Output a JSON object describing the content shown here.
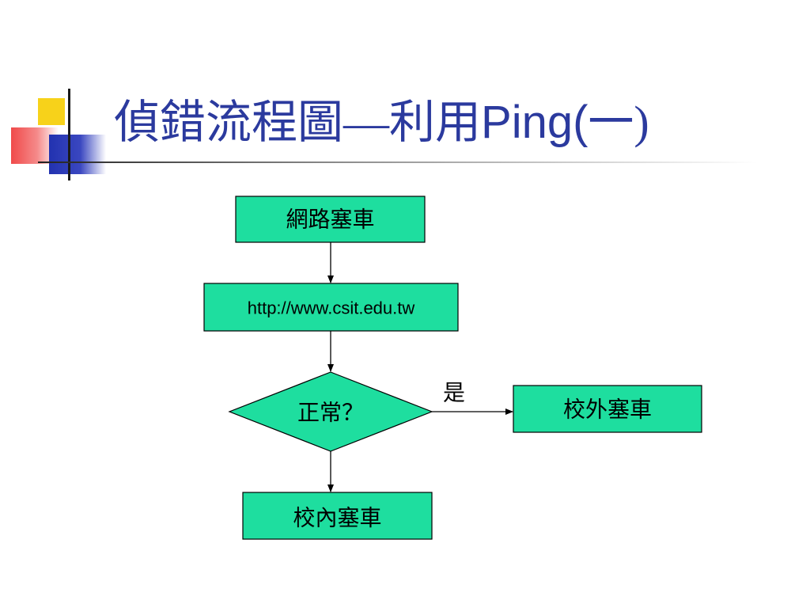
{
  "title": {
    "cjk": "偵錯流程圖—利用",
    "latin": "Ping(",
    "tail": "一)"
  },
  "colors": {
    "title": "#2b3a9e",
    "node_fill": "#1ede9f",
    "accent_yellow": "#f7d21a",
    "accent_red": "#f04a4a",
    "accent_blue": "#2232b0"
  },
  "flowchart": {
    "nodes": {
      "congestion": "網路塞車",
      "test_url": "http://www.csit.edu.tw",
      "decision": "正常？",
      "external": "校外塞車",
      "internal": "校內塞車"
    },
    "edges": {
      "yes_label": "是"
    }
  }
}
